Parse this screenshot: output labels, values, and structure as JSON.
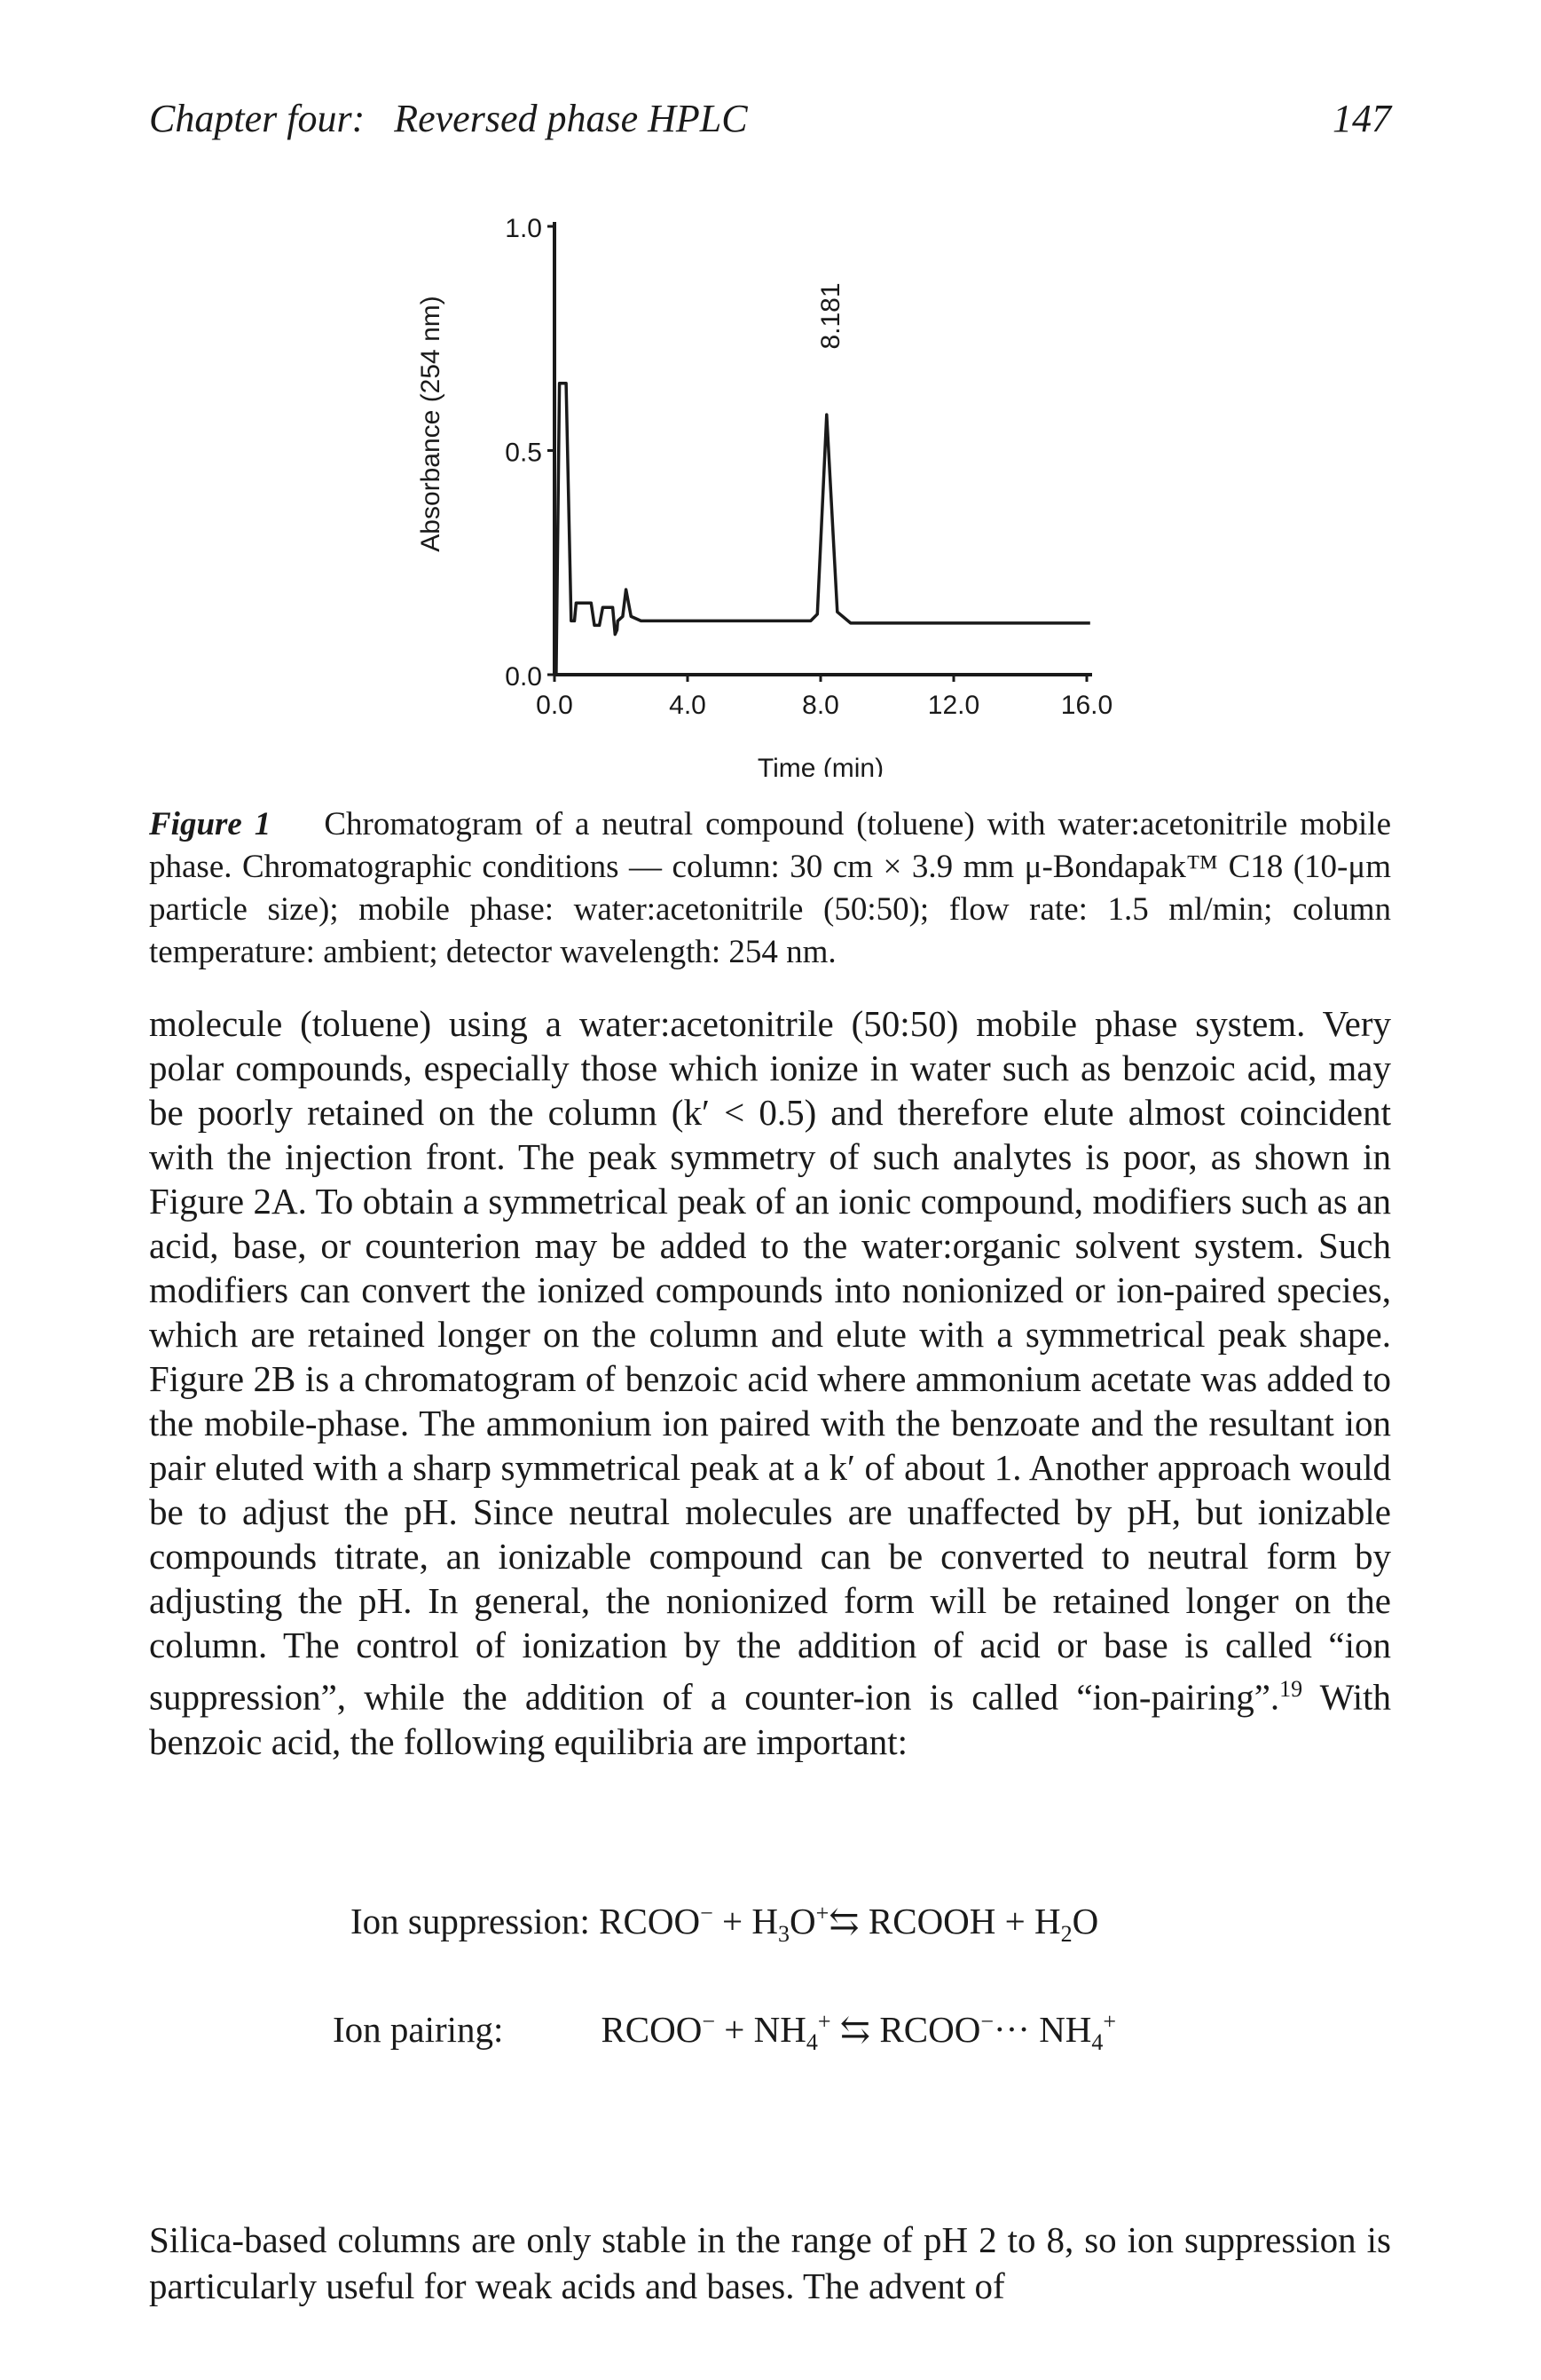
{
  "header": {
    "chapter": "Chapter four:",
    "title": "Reversed phase HPLC",
    "page_number": "147"
  },
  "chart_data": {
    "type": "line",
    "xlabel": "Time (min)",
    "ylabel": "Absorbance (254 nm)",
    "xlim": [
      0,
      16
    ],
    "ylim": [
      0,
      1
    ],
    "x_ticks": [
      "0.0",
      "4.0",
      "8.0",
      "12.0",
      "16.0"
    ],
    "y_ticks": [
      "0.0",
      "0.5",
      "1.0"
    ],
    "peak_label": "8.181",
    "series": [
      {
        "points": [
          [
            0.05,
            0.0
          ],
          [
            0.15,
            0.65
          ],
          [
            0.35,
            0.65
          ],
          [
            0.5,
            0.12
          ],
          [
            0.6,
            0.12
          ],
          [
            0.65,
            0.16
          ],
          [
            1.1,
            0.16
          ],
          [
            1.2,
            0.11
          ],
          [
            1.35,
            0.11
          ],
          [
            1.45,
            0.15
          ],
          [
            1.75,
            0.15
          ],
          [
            1.82,
            0.09
          ],
          [
            1.88,
            0.1
          ],
          [
            1.9,
            0.12
          ],
          [
            2.05,
            0.13
          ],
          [
            2.15,
            0.19
          ],
          [
            2.3,
            0.13
          ],
          [
            2.6,
            0.12
          ],
          [
            7.7,
            0.12
          ],
          [
            7.9,
            0.135
          ],
          [
            8.181,
            0.58
          ],
          [
            8.5,
            0.14
          ],
          [
            8.9,
            0.115
          ],
          [
            12.0,
            0.115
          ],
          [
            16.1,
            0.115
          ]
        ]
      }
    ]
  },
  "caption": {
    "label": "Figure 1",
    "text": "Chromatogram of a neutral compound (toluene) with water:acetonitrile mobile phase. Chromatographic conditions — column: 30 cm × 3.9 mm μ-Bondapak™ C18 (10-μm particle size); mobile phase: water:acetonitrile (50:50); flow rate: 1.5 ml/min; column temperature: ambient; detector wavelength: 254 nm."
  },
  "body": {
    "paragraph": "molecule (toluene) using a water:acetonitrile (50:50) mobile phase system. Very polar compounds, especially those which ionize in water such as benzoic acid, may be poorly retained on the column (k′ < 0.5) and therefore elute almost coincident with the injection front. The peak symmetry of such analytes is poor, as shown in Figure 2A. To obtain a symmetrical peak of an ionic compound, modifiers such as an acid, base, or counterion may be added to the water:organic solvent system. Such modifiers can convert the ionized compounds into nonionized or ion-paired species, which are retained longer on the column and elute with a symmetrical peak shape. Figure 2B is a chromatogram of benzoic acid where ammonium acetate was added to the mobile-phase. The ammonium ion paired with the benzoate and the resultant ion pair eluted with a sharp symmetrical peak at a k′ of about 1. Another approach would be to adjust the pH. Since neutral molecules are unaffected by pH, but ionizable compounds titrate, an ionizable compound can be converted to neutral form by adjusting the pH. In general, the nonionized form will be retained longer on the column. The control of ionization by the addition of acid or base is called “ion suppression”, while the addition of a counter-ion is called “ion-pairing”.",
    "ref": "19",
    "paragraph_tail": " With benzoic acid, the following equilibria are important:",
    "closing": "Silica-based columns are only stable in the range of pH 2 to 8, so ion suppression is particularly useful for weak acids and bases. The advent of"
  },
  "equations": {
    "suppression_label": "Ion suppression:",
    "pairing_label": "Ion pairing:"
  }
}
